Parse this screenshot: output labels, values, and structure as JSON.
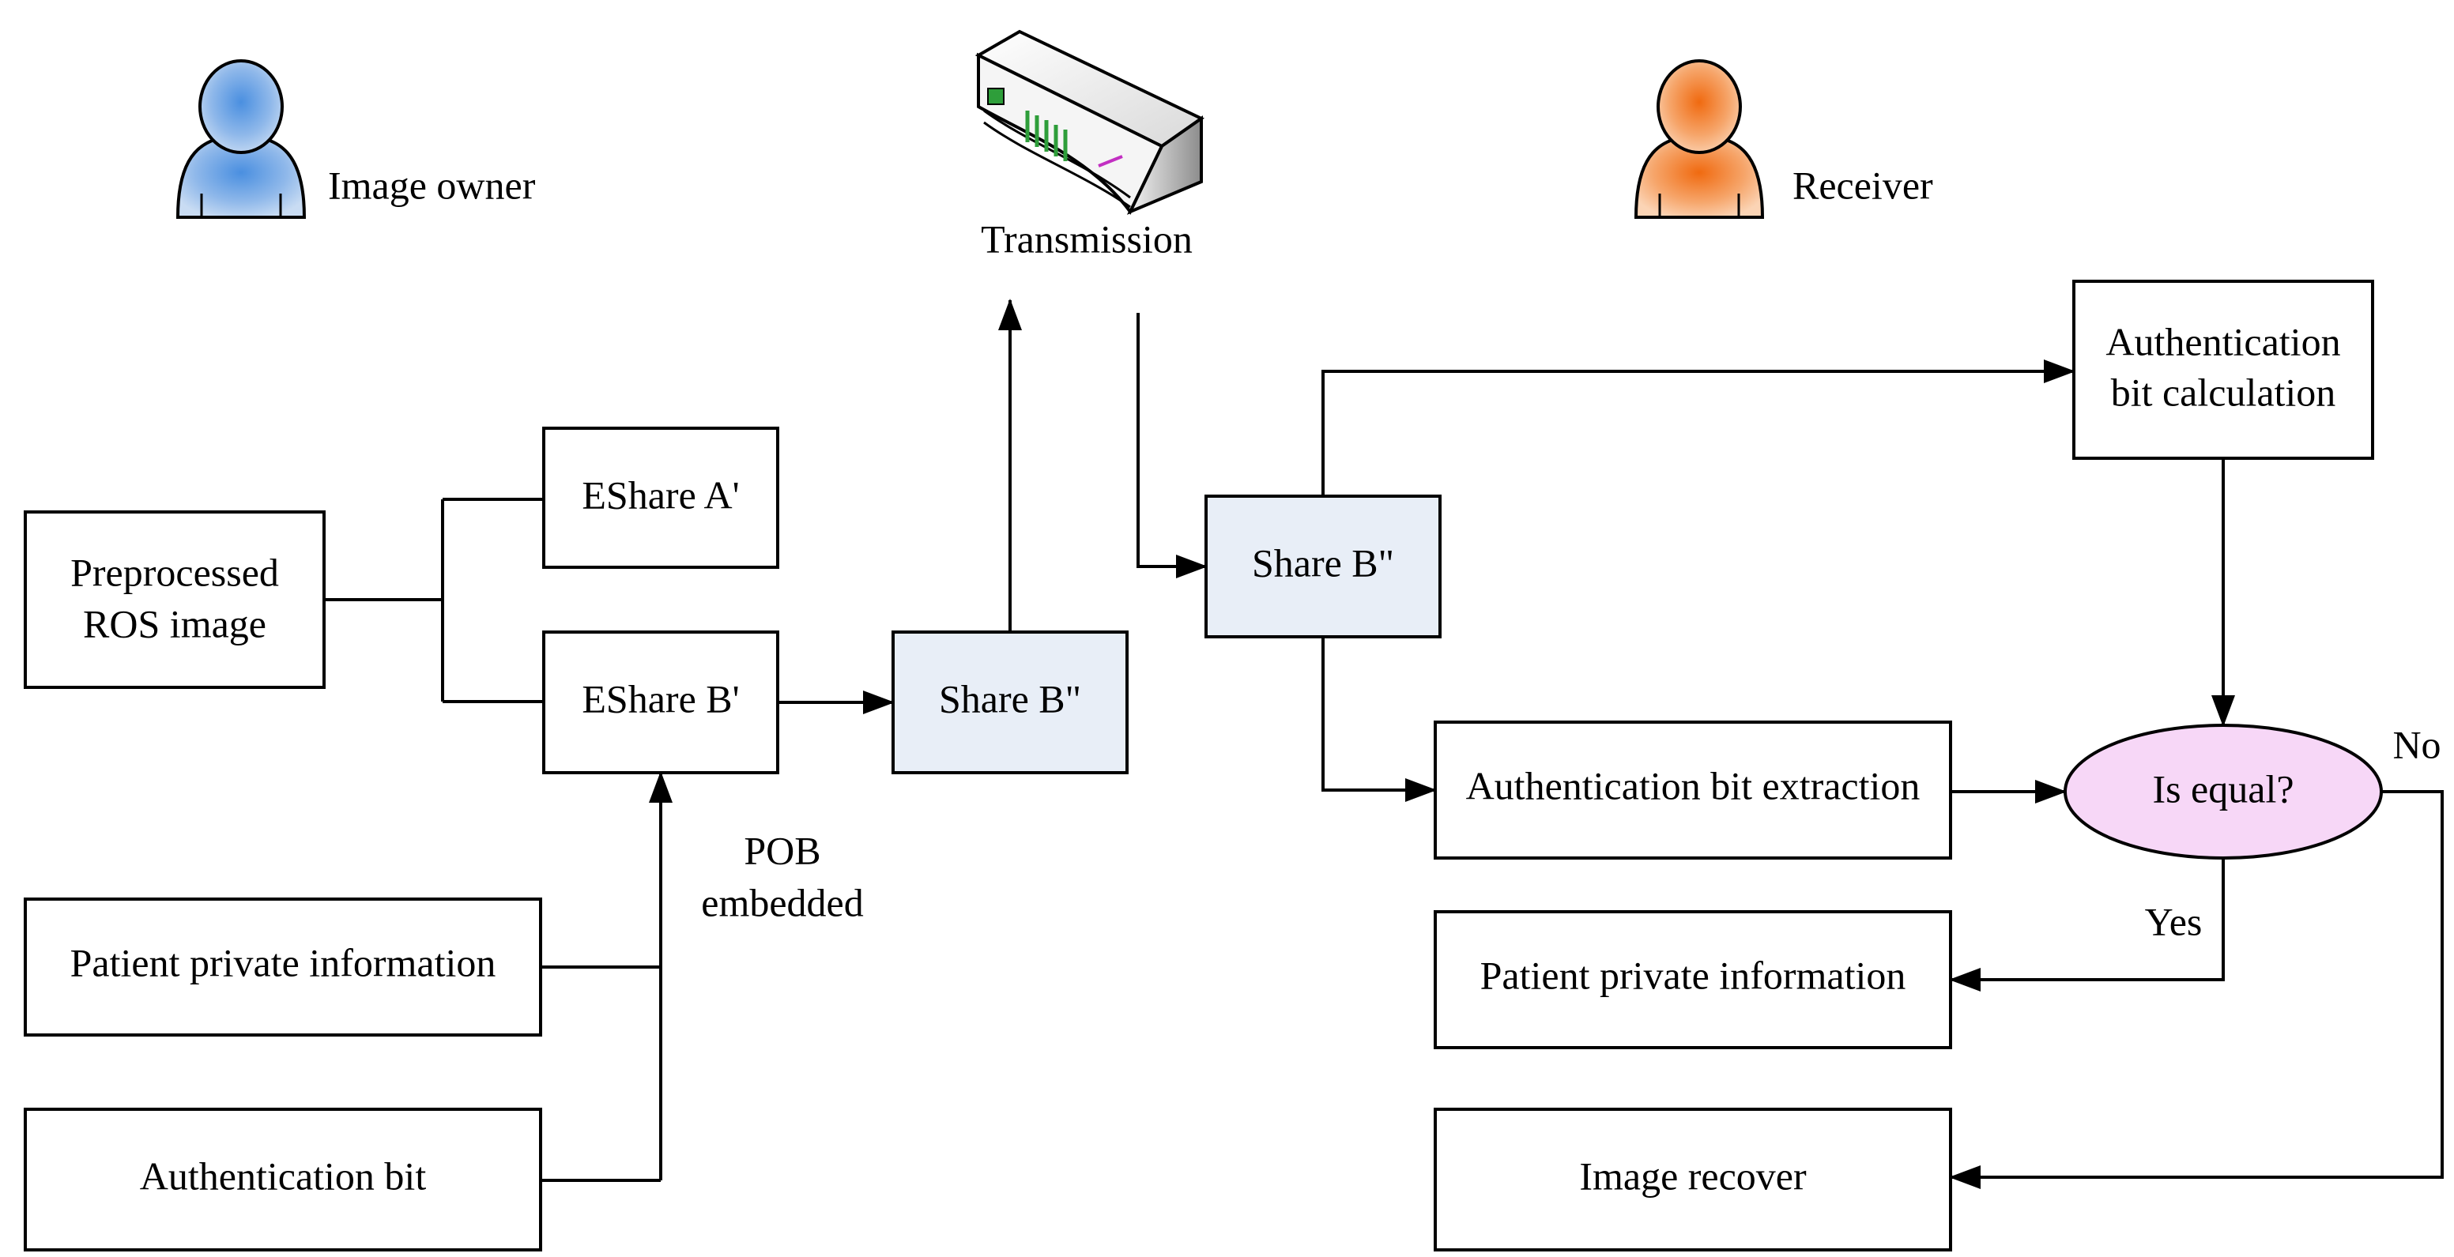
{
  "actors": {
    "owner_label": "Image owner",
    "receiver_label": "Receiver",
    "transmission_label": "Transmission"
  },
  "boxes": {
    "preprocessed_line1": "Preprocessed",
    "preprocessed_line2": "ROS image",
    "eshare_a": "EShare A'",
    "eshare_b": "EShare B'",
    "share_b_left": "Share B\"",
    "share_b_right": "Share B\"",
    "patient_info_left": "Patient private information",
    "auth_bit": "Authentication bit",
    "auth_calc_line1": "Authentication",
    "auth_calc_line2": "bit calculation",
    "auth_extract": "Authentication bit extraction",
    "is_equal": "Is equal?",
    "patient_info_right": "Patient private information",
    "image_recover": "Image recover"
  },
  "labels": {
    "pob_line1": "POB",
    "pob_line2": "embedded",
    "yes": "Yes",
    "no": "No"
  },
  "colors": {
    "owner": "#5b9bd5",
    "receiver": "#f4893a",
    "share_fill": "#e8eef7",
    "decision_fill": "#f7d7f7"
  }
}
